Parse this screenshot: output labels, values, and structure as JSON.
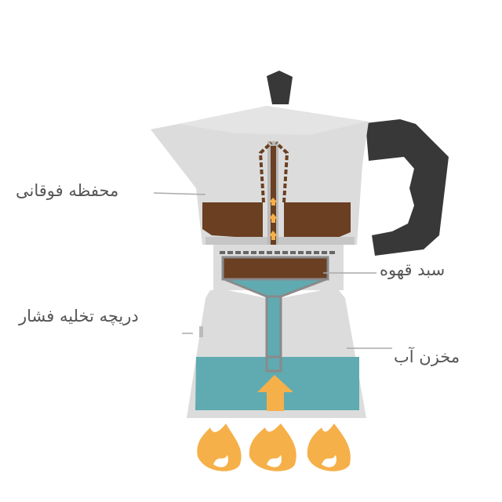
{
  "labels": {
    "upper_chamber": "محفظه فوقانی",
    "coffee_basket": "سبد قهوه",
    "pressure_valve": "دریچه تخلیه فشار",
    "water_reservoir": "مخزن آب"
  },
  "colors": {
    "body": "#dcdcdc",
    "body_dark": "#c6c6c6",
    "handle": "#383838",
    "coffee": "#6a3f22",
    "water": "#5fabb1",
    "flame": "#f6b04a",
    "leader_line": "#aaaaaa"
  }
}
